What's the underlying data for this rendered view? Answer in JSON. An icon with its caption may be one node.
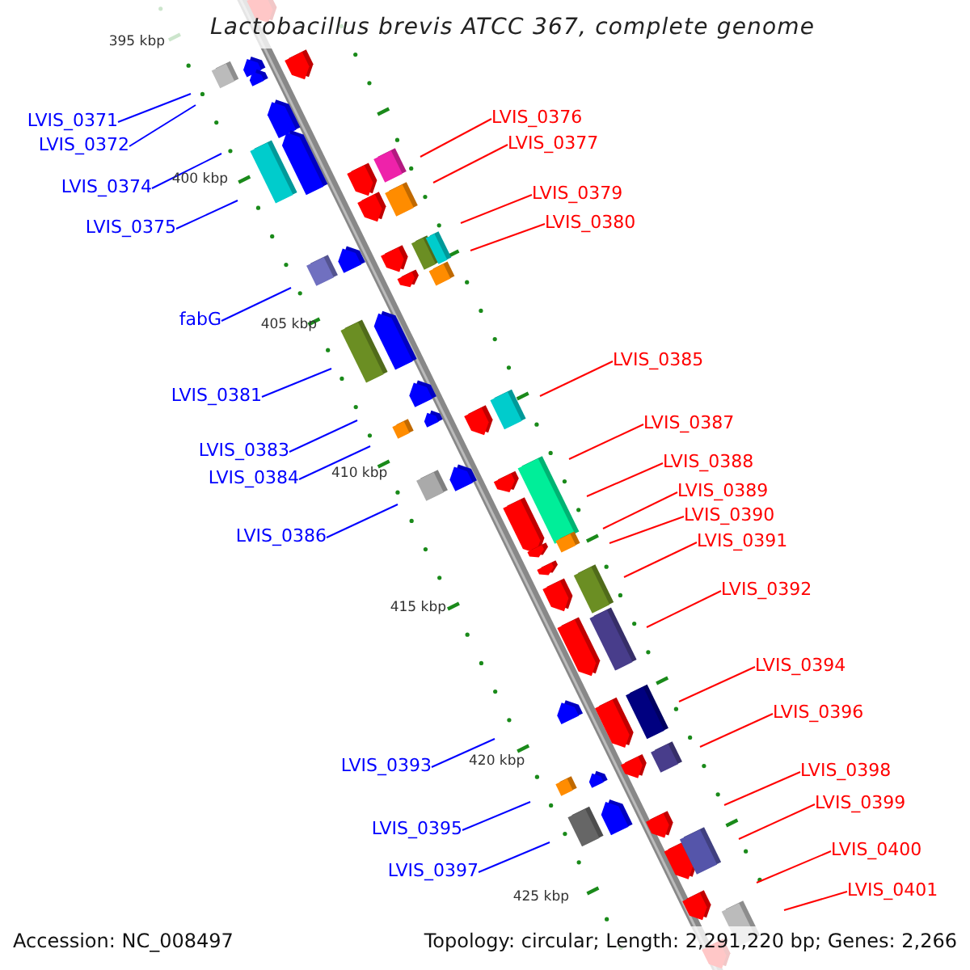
{
  "diagram": {
    "title": "Lactobacillus brevis ATCC 367, complete genome",
    "nodes": [
      {
        "text": [
          "LVIS_0376"
        ]
      },
      {
        "text": [
          "LVIS_0371"
        ]
      },
      {
        "text": [
          "LVIS_0377"
        ]
      },
      {
        "text": [
          "LVIS_0372"
        ]
      },
      {
        "text": [
          "LVIS_0374"
        ]
      },
      {
        "text": [
          "LVIS_0379"
        ]
      },
      {
        "text": [
          "LVIS_0380"
        ]
      },
      {
        "text": [
          "LVIS_0375"
        ]
      },
      {
        "text": [
          "fabG"
        ]
      },
      {
        "text": [
          "LVIS_0385"
        ]
      },
      {
        "text": [
          "LVIS_0381"
        ]
      },
      {
        "text": [
          "LVIS_0387"
        ]
      },
      {
        "text": [
          "LVIS_0383"
        ]
      },
      {
        "text": [
          "LVIS_0388"
        ]
      },
      {
        "text": [
          "LVIS_0384"
        ]
      },
      {
        "text": [
          "LVIS_0389"
        ]
      },
      {
        "text": [
          "LVIS_0390"
        ]
      },
      {
        "text": [
          "LVIS_0386"
        ]
      },
      {
        "text": [
          "LVIS_0391"
        ]
      },
      {
        "text": [
          "LVIS_0392"
        ]
      },
      {
        "text": [
          "LVIS_0394"
        ]
      },
      {
        "text": [
          "LVIS_0396"
        ]
      },
      {
        "text": [
          "LVIS_0393"
        ]
      },
      {
        "text": [
          "LVIS_0398"
        ]
      },
      {
        "text": [
          "LVIS_0399"
        ]
      },
      {
        "text": [
          "LVIS_0395"
        ]
      },
      {
        "text": [
          "LVIS_0400"
        ]
      },
      {
        "text": [
          "LVIS_0397"
        ]
      },
      {
        "text": [
          "LVIS_0401"
        ]
      }
    ],
    "edges": [
      {
        "from": 0,
        "to": null,
        "arrow": "none"
      },
      {
        "from": 1,
        "to": null,
        "arrow": "none",
        "color": "#0000ff"
      },
      {
        "from": 2,
        "to": null,
        "arrow": "none"
      },
      {
        "from": 3,
        "to": null,
        "arrow": "none",
        "color": "#0000ff"
      },
      {
        "from": 4,
        "to": null,
        "arrow": "none",
        "color": "#0000ff"
      },
      {
        "from": 5,
        "to": null,
        "arrow": "none"
      },
      {
        "from": 6,
        "to": null,
        "arrow": "none"
      },
      {
        "from": 7,
        "to": null,
        "arrow": "none",
        "color": "#0000ff"
      },
      {
        "from": 8,
        "to": null,
        "arrow": "none",
        "color": "#0000ff"
      },
      {
        "from": 9,
        "to": null,
        "arrow": "none"
      },
      {
        "from": 10,
        "to": null,
        "arrow": "none",
        "color": "#0000ff"
      },
      {
        "from": 11,
        "to": null,
        "arrow": "none"
      },
      {
        "from": 12,
        "to": null,
        "arrow": "none",
        "color": "#0000ff"
      },
      {
        "from": 13,
        "to": null,
        "arrow": "none"
      },
      {
        "from": 14,
        "to": null,
        "arrow": "none",
        "color": "#0000ff"
      },
      {
        "from": 15,
        "to": null,
        "arrow": "none"
      },
      {
        "from": 16,
        "to": null,
        "arrow": "none"
      },
      {
        "from": 17,
        "to": null,
        "arrow": "none",
        "color": "#0000ff"
      },
      {
        "from": 18,
        "to": null,
        "arrow": "none"
      },
      {
        "from": 19,
        "to": null,
        "arrow": "none"
      },
      {
        "from": 20,
        "to": null,
        "arrow": "none"
      },
      {
        "from": 21,
        "to": null,
        "arrow": "none"
      },
      {
        "from": 22,
        "to": null,
        "arrow": "none",
        "color": "#0000ff"
      },
      {
        "from": 23,
        "to": null,
        "arrow": "none"
      },
      {
        "from": 24,
        "to": null,
        "arrow": "none"
      },
      {
        "from": 25,
        "to": null,
        "arrow": "none",
        "color": "#0000ff"
      },
      {
        "from": 26,
        "to": null,
        "arrow": "none"
      },
      {
        "from": 27,
        "to": null,
        "arrow": "none",
        "color": "#0000ff"
      },
      {
        "from": 28,
        "to": null,
        "arrow": "none"
      }
    ],
    "labels": [
      "395 kbp",
      "400 kbp",
      "405 kbp",
      "410 kbp",
      "415 kbp",
      "420 kbp",
      "425 kbp",
      "Accession: NC_008497",
      "Topology: circular; Length: 2,291,220 bp; Genes: 2,266"
    ]
  }
}
